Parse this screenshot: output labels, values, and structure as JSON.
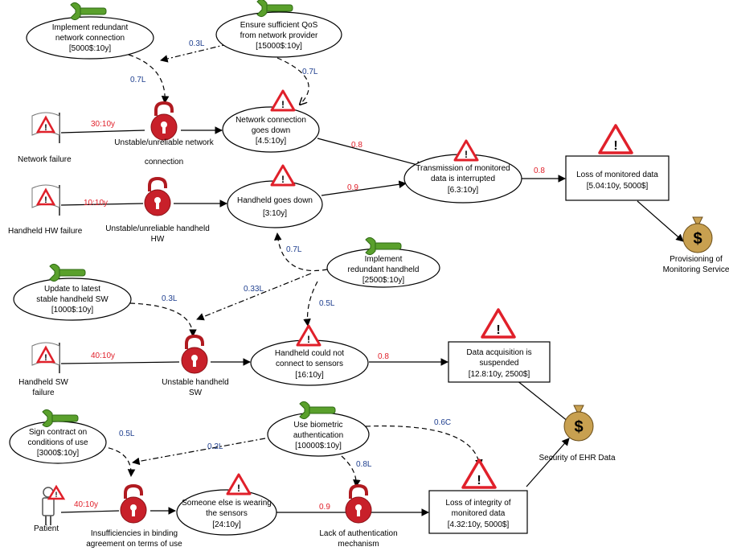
{
  "colors": {
    "red": "#e0202a",
    "blue": "#1f3f8f",
    "green": "#5aa02c",
    "gold": "#c8a050"
  },
  "treatments": [
    {
      "id": "t_redundant_net",
      "lines": [
        "Implement redundant",
        "network connection"
      ],
      "value": "[5000$:10y]"
    },
    {
      "id": "t_qos",
      "lines": [
        "Ensure sufficient QoS",
        "from network provider"
      ],
      "value": "[15000$:10y]"
    },
    {
      "id": "t_redundant_hh",
      "lines": [
        "Implement",
        "redundant handheld"
      ],
      "value": "[2500$:10y]"
    },
    {
      "id": "t_update_sw",
      "lines": [
        "Update to latest",
        "stable handheld SW"
      ],
      "value": "[1000$:10y]"
    },
    {
      "id": "t_biometric",
      "lines": [
        "Use biometric",
        "authentication"
      ],
      "value": "[10000$:10y]"
    },
    {
      "id": "t_contract",
      "lines": [
        "Sign contract on",
        "conditions of use"
      ],
      "value": "[3000$:10y]"
    }
  ],
  "threats": [
    {
      "id": "th_net",
      "lines": [
        "Network failure"
      ]
    },
    {
      "id": "th_hhhw",
      "lines": [
        "Handheld HW failure"
      ]
    },
    {
      "id": "th_hhsw",
      "lines": [
        "Handheld SW",
        "failure"
      ]
    },
    {
      "id": "th_patient",
      "lines": [
        "Patient"
      ]
    }
  ],
  "vulnerabilities": [
    {
      "id": "v_net",
      "lines": [
        "Unstable/unreliable network",
        "connection"
      ]
    },
    {
      "id": "v_hhhw",
      "lines": [
        "Unstable/unreliable handheld",
        "HW"
      ]
    },
    {
      "id": "v_hhsw",
      "lines": [
        "Unstable handheld",
        "SW"
      ]
    },
    {
      "id": "v_binding",
      "lines": [
        "Insufficiencies in binding",
        "agreement on terms of use"
      ]
    },
    {
      "id": "v_auth",
      "lines": [
        "Lack of authentication",
        "mechanism"
      ]
    }
  ],
  "scenarios": [
    {
      "id": "s_net",
      "lines": [
        "Network connection",
        "goes down"
      ],
      "value": "[4.5:10y]"
    },
    {
      "id": "s_hh",
      "lines": [
        "Handheld goes down"
      ],
      "value": "[3:10y]"
    },
    {
      "id": "s_trans",
      "lines": [
        "Transmission of monitored",
        "data is interrupted"
      ],
      "value": "[6.3:10y]"
    },
    {
      "id": "s_sensors",
      "lines": [
        "Handheld could not",
        "connect to sensors"
      ],
      "value": "[16:10y]"
    },
    {
      "id": "s_wearing",
      "lines": [
        "Someone else is wearing",
        "the sensors"
      ],
      "value": "[24:10y]"
    }
  ],
  "incidents": [
    {
      "id": "i_loss",
      "lines": [
        "Loss of monitored data"
      ],
      "value": "[5.04:10y, 5000$]"
    },
    {
      "id": "i_acq",
      "lines": [
        "Data acquisition is",
        "suspended"
      ],
      "value": "[12.8:10y, 2500$]"
    },
    {
      "id": "i_integrity",
      "lines": [
        "Loss of integrity of",
        "monitored data"
      ],
      "value": "[4.32:10y, 5000$]"
    }
  ],
  "assets": [
    {
      "id": "a_prov",
      "lines": [
        "Provisioning of",
        "Monitoring Service"
      ]
    },
    {
      "id": "a_ehr",
      "lines": [
        "Security of EHR Data"
      ]
    }
  ],
  "edge_labels": {
    "red": [
      "30:10y",
      "10:10y",
      "40:10y",
      "40:10y",
      "0.8",
      "0.9",
      "0.8",
      "0.8",
      "0.9"
    ],
    "blue": [
      "0.3L",
      "0.7L",
      "0.7L",
      "0.7L",
      "0.33L",
      "0.5L",
      "0.3L",
      "0.5L",
      "0.2L",
      "0.6C",
      "0.8L"
    ]
  }
}
